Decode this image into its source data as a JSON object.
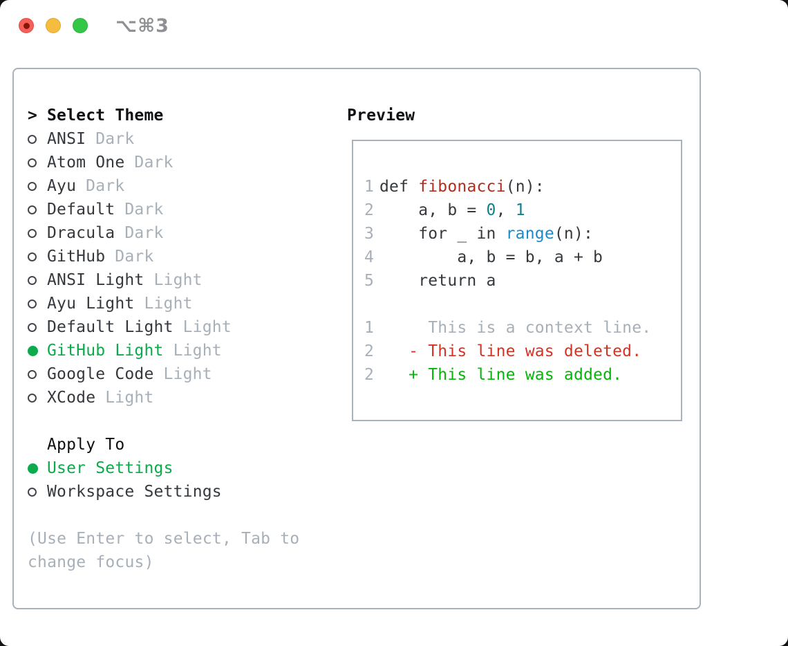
{
  "window": {
    "title": "⌥⌘3",
    "buttons": [
      "close",
      "minimize",
      "zoom"
    ]
  },
  "theme_picker": {
    "prompt": ">",
    "header": "Select Theme",
    "items": [
      {
        "name": "ANSI",
        "variant": "Dark",
        "selected": false
      },
      {
        "name": "Atom One",
        "variant": "Dark",
        "selected": false
      },
      {
        "name": "Ayu",
        "variant": "Dark",
        "selected": false
      },
      {
        "name": "Default",
        "variant": "Dark",
        "selected": false
      },
      {
        "name": "Dracula",
        "variant": "Dark",
        "selected": false
      },
      {
        "name": "GitHub",
        "variant": "Dark",
        "selected": false
      },
      {
        "name": "ANSI Light",
        "variant": "Light",
        "selected": false
      },
      {
        "name": "Ayu Light",
        "variant": "Light",
        "selected": false
      },
      {
        "name": "Default Light",
        "variant": "Light",
        "selected": false
      },
      {
        "name": "GitHub Light",
        "variant": "Light",
        "selected": true
      },
      {
        "name": "Google Code",
        "variant": "Light",
        "selected": false
      },
      {
        "name": "XCode",
        "variant": "Light",
        "selected": false
      }
    ],
    "apply_to": {
      "header": "Apply To",
      "options": [
        {
          "label": "User Settings",
          "selected": true
        },
        {
          "label": "Workspace Settings",
          "selected": false
        }
      ]
    },
    "help": {
      "lines": [
        "(Use Enter to select, Tab to",
        "change focus)"
      ]
    }
  },
  "preview": {
    "title": "Preview",
    "lines": [
      [
        [
          "ln",
          "1"
        ],
        [
          "plain",
          "def "
        ],
        [
          "fn",
          "fibonacci"
        ],
        [
          "plain",
          "(n):"
        ]
      ],
      [
        [
          "ln",
          "2"
        ],
        [
          "plain",
          "    a, b = "
        ],
        [
          "num",
          "0"
        ],
        [
          "plain",
          ", "
        ],
        [
          "num",
          "1"
        ]
      ],
      [
        [
          "ln",
          "3"
        ],
        [
          "plain",
          "    for _ in "
        ],
        [
          "call",
          "range"
        ],
        [
          "plain",
          "(n):"
        ]
      ],
      [
        [
          "ln",
          "4"
        ],
        [
          "plain",
          "        a, b = b, a + b"
        ]
      ],
      [
        [
          "ln",
          "5"
        ],
        [
          "plain",
          "    return a"
        ]
      ],
      [],
      [
        [
          "ln",
          "1"
        ],
        [
          "ctx",
          "     This is a context line."
        ]
      ],
      [
        [
          "ln",
          "2"
        ],
        [
          "del",
          "   - This line was deleted."
        ]
      ],
      [
        [
          "ln",
          "2"
        ],
        [
          "add",
          "   + This line was added."
        ]
      ]
    ]
  },
  "colors": {
    "text_primary": "#35393e",
    "text_heading": "#0f1114",
    "text_muted": "#a7b0b8",
    "accent_green": "#0caa4b",
    "diff_added_green": "#06b40a",
    "diff_deleted_red": "#d23424",
    "syntax_function_red": "#b32d1f",
    "syntax_number_teal": "#12808c",
    "syntax_call_blue": "#1c89c8",
    "line_number_gray": "#a7b0b8",
    "panel_border": "#a9b1ba",
    "window_title_gray": "#8e9094",
    "traffic_red": "#f4605a",
    "traffic_yellow": "#f5bd40",
    "traffic_green": "#33c748",
    "traffic_red_dot": "#8a1507"
  }
}
